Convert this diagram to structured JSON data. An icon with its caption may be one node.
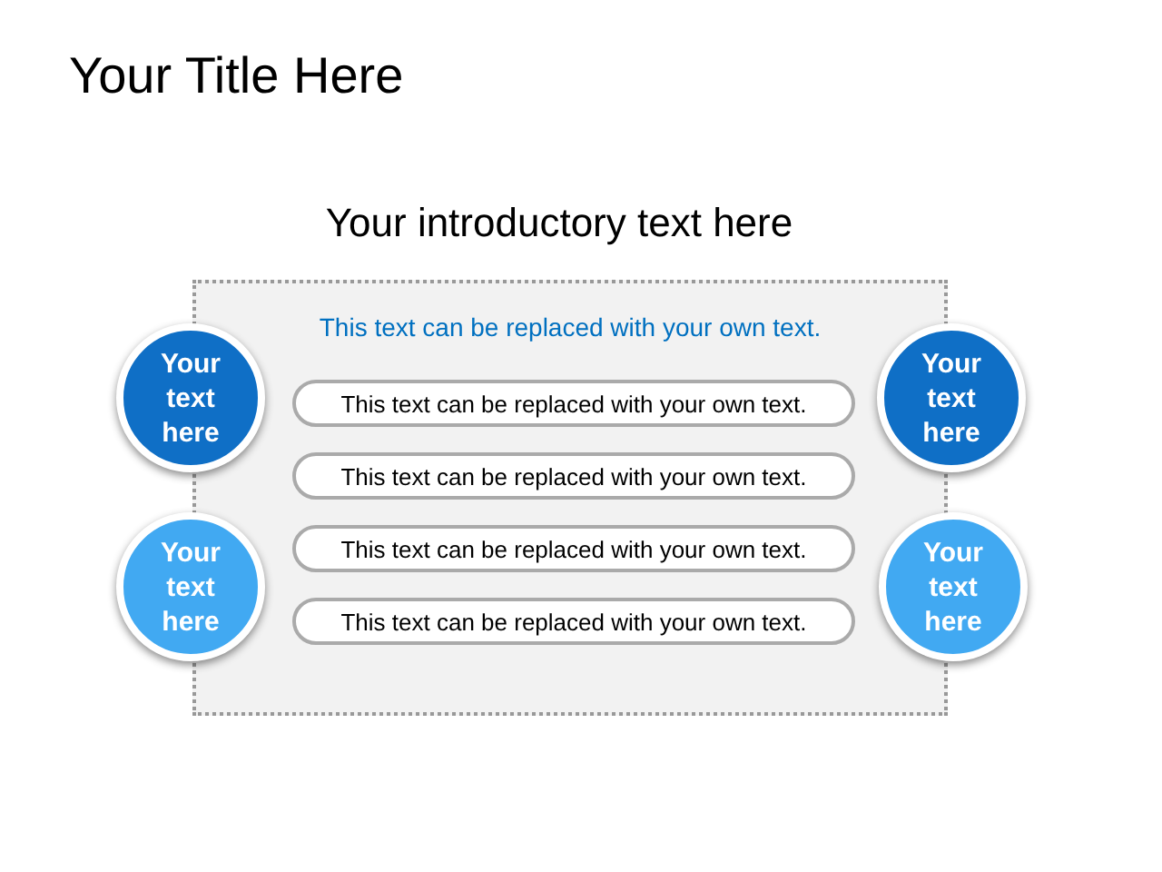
{
  "diagram": {
    "title": "Your Title Here",
    "nodes": [
      {
        "text": [
          "This text can be replaced with your own text."
        ]
      },
      {
        "text": [
          "Your text here"
        ]
      },
      {
        "text": [
          "Your text here"
        ]
      },
      {
        "text": [
          "This text can be replaced with your own text."
        ],
        "in": 0
      },
      {
        "text": [
          "This text can be replaced with your own text."
        ],
        "in": 0
      },
      {
        "text": [
          "This text can be replaced with your own text."
        ],
        "in": 0
      },
      {
        "text": [
          "This text can be replaced with your own text."
        ],
        "in": 0
      },
      {
        "text": [
          "Your text here"
        ]
      },
      {
        "text": [
          "Your text here"
        ]
      }
    ],
    "labels": [
      "Your introductory text here"
    ]
  }
}
